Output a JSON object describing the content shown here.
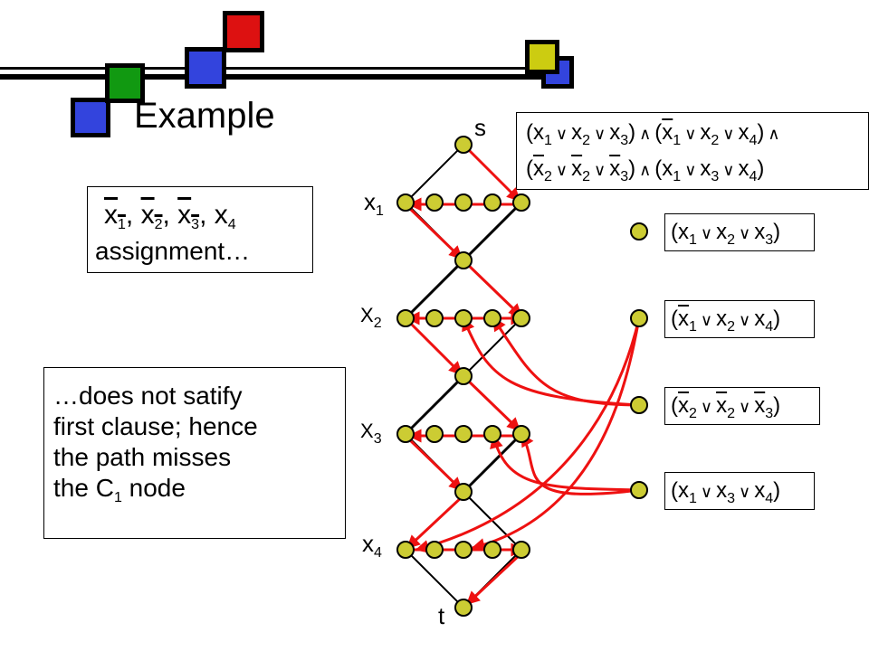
{
  "title": "Example",
  "assignment_box": {
    "vars": [
      {
        "name": "x",
        "sub": "1",
        "negated": true
      },
      {
        "name": "x",
        "sub": "2",
        "negated": true
      },
      {
        "name": "x",
        "sub": "3",
        "negated": true
      },
      {
        "name": "x",
        "sub": "4",
        "negated": false
      }
    ],
    "label": "assignment…"
  },
  "note": {
    "line1": "…does not satify",
    "line2": "first clause; hence",
    "line3": "the path misses",
    "line4_pre": "the C",
    "line4_sub": "1",
    "line4_post": " node"
  },
  "graph": {
    "source_label": "s",
    "sink_label": "t",
    "var_rows": [
      {
        "name": "x",
        "sub": "1"
      },
      {
        "name": "X",
        "sub": "2"
      },
      {
        "name": "X",
        "sub": "3"
      },
      {
        "name": "x",
        "sub": "4"
      }
    ]
  },
  "formula": {
    "clauses": [
      [
        {
          "v": "x",
          "s": "1",
          "neg": false
        },
        {
          "v": "x",
          "s": "2",
          "neg": false
        },
        {
          "v": "x",
          "s": "3",
          "neg": false
        }
      ],
      [
        {
          "v": "x",
          "s": "1",
          "neg": true
        },
        {
          "v": "x",
          "s": "2",
          "neg": false
        },
        {
          "v": "x",
          "s": "4",
          "neg": false
        }
      ],
      [
        {
          "v": "x",
          "s": "2",
          "neg": true
        },
        {
          "v": "x",
          "s": "2",
          "neg": true
        },
        {
          "v": "x",
          "s": "3",
          "neg": true
        }
      ],
      [
        {
          "v": "x",
          "s": "1",
          "neg": false
        },
        {
          "v": "x",
          "s": "3",
          "neg": false
        },
        {
          "v": "x",
          "s": "4",
          "neg": false
        }
      ]
    ],
    "or_symbol": "∨",
    "and_symbol": "∧"
  },
  "colors": {
    "node_fill": "#cccc33",
    "path_red": "#ee1111",
    "sq_blue": "#3344dd",
    "sq_green": "#119911",
    "sq_red": "#dd1111",
    "sq_yellow": "#cccc11"
  }
}
